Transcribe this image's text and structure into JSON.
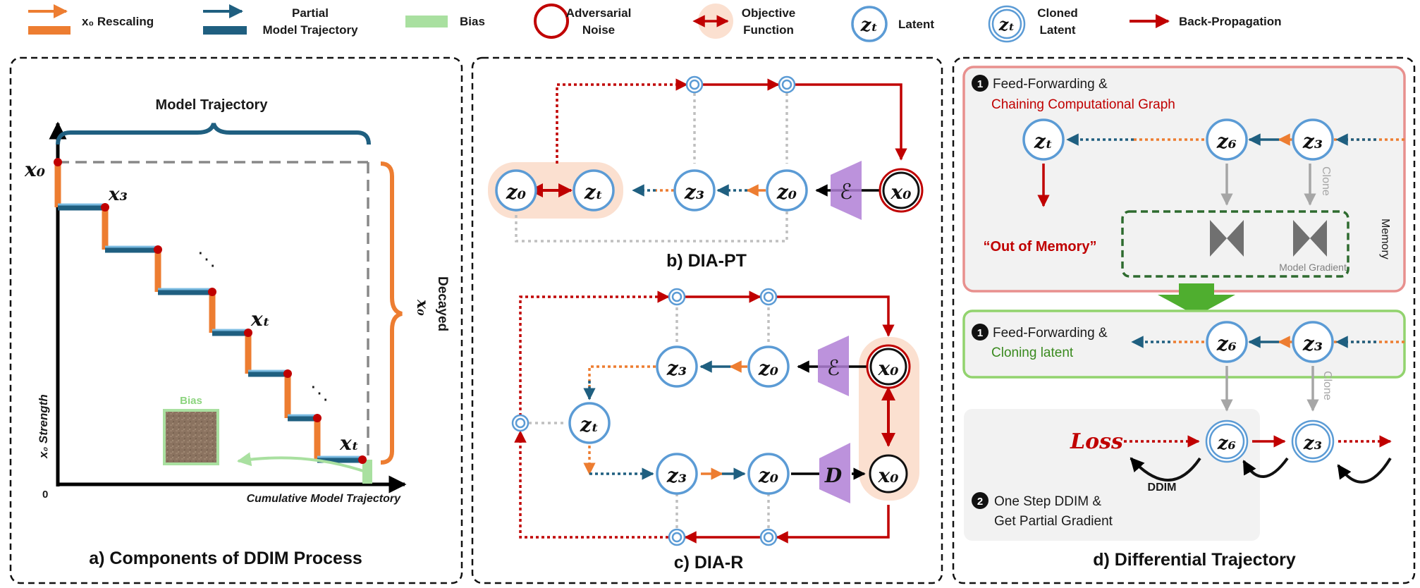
{
  "legend": {
    "x0_rescaling": "x₀ Rescaling",
    "partial_l1": "Partial",
    "partial_l2": "Model Trajectory",
    "bias": "Bias",
    "adv_l1": "Adversarial",
    "adv_l2": "Noise",
    "obj_l1": "Objective",
    "obj_l2": "Function",
    "latent": "Latent",
    "cloned_l1": "Cloned",
    "cloned_l2": "Latent",
    "backprop": "Back-Propagation"
  },
  "panel_a": {
    "caption": "a)  Components of DDIM Process",
    "model_trajectory": "Model Trajectory",
    "decayed": "Decayed",
    "decayed_var": "x₀",
    "y_axis": "x₀ Strength",
    "x_axis": "Cumulative Model Trajectory",
    "origin": "0",
    "x0": "x₀",
    "x3": "x₃",
    "xt": "xₜ",
    "xT": "xₜ",
    "dots": "⋱",
    "bias": "Bias"
  },
  "panel_b": {
    "caption": "b)  DIA-PT",
    "z0": "z₀",
    "zT": "zₜ",
    "z3": "z₃",
    "x0": "x₀",
    "enc": "ℰ"
  },
  "panel_c": {
    "caption": "c)  DIA-R",
    "z3": "z₃",
    "z0": "z₀",
    "zT": "zₜ",
    "x0": "x₀",
    "enc": "ℰ",
    "dec": "D"
  },
  "panel_d": {
    "caption": "d)  Differential Trajectory",
    "step1_num": "1",
    "step1a_l1": "Feed-Forwarding &",
    "step1a_l2": "Chaining Computational Graph",
    "oom": "“Out of Memory”",
    "memory": "Memory",
    "model_gradient": "Model Gradient",
    "clone": "Clone",
    "step1b_l1": "Feed-Forwarding &",
    "step1b_l2": "Cloning latent",
    "loss": "Loss",
    "ddim": "DDIM",
    "step2_num": "2",
    "step2_l1": "One Step DDIM &",
    "step2_l2": "Get Partial Gradient",
    "zt": "zₜ",
    "z6": "z₆",
    "z3": "z₃"
  }
}
